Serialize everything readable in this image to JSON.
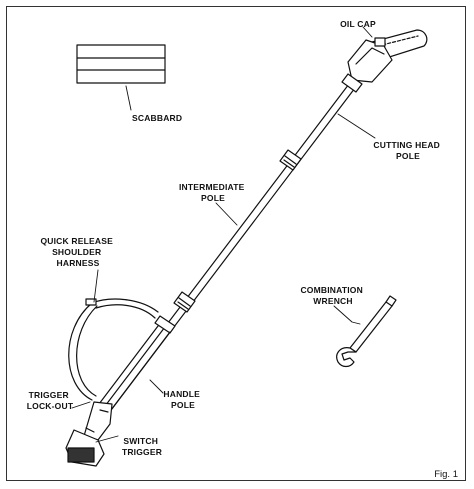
{
  "figure": {
    "caption": "Fig. 1"
  },
  "labels": {
    "oil_cap": "OIL CAP",
    "scabbard": "SCABBARD",
    "cutting_head_pole": [
      "CUTTING HEAD",
      "POLE"
    ],
    "intermediate_pole": [
      "INTERMEDIATE",
      "POLE"
    ],
    "quick_release_harness": [
      "QUICK RELEASE",
      "SHOULDER",
      "HARNESS"
    ],
    "combination_wrench": [
      "COMBINATION",
      "WRENCH"
    ],
    "handle_pole": [
      "HANDLE",
      "POLE"
    ],
    "trigger_lockout": [
      "TRIGGER",
      "LOCK-OUT"
    ],
    "switch_trigger": [
      "SWITCH",
      "TRIGGER"
    ]
  }
}
